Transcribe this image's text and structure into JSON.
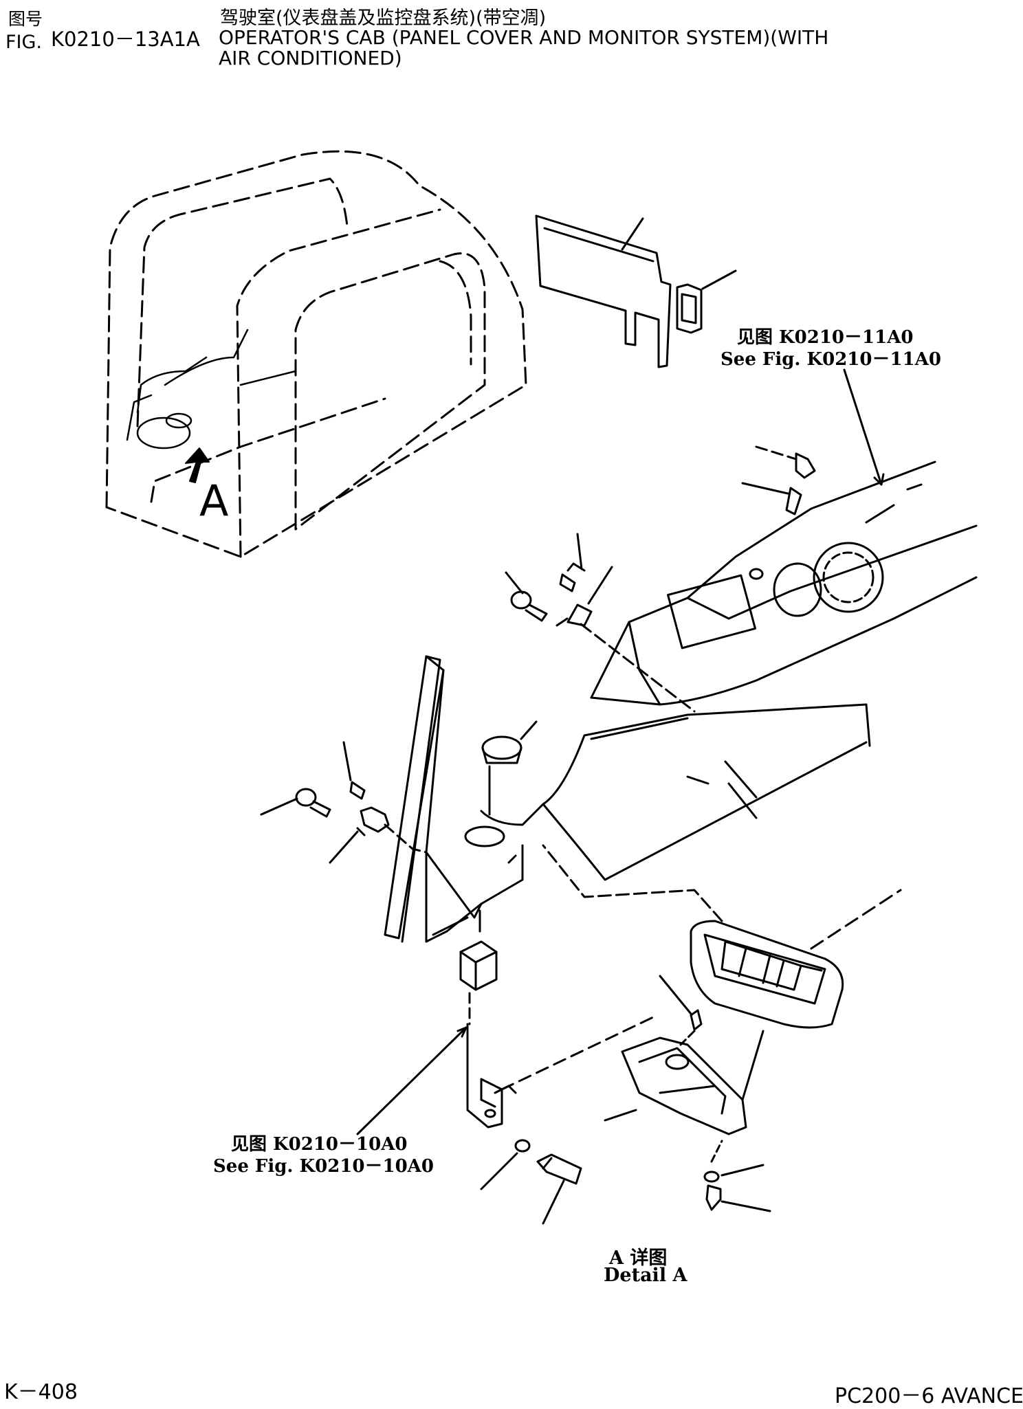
{
  "header": {
    "fig_label_cn": "图号",
    "fig_label_en": "FIG.",
    "fig_number": "K0210－13A1A",
    "title_cn": "驾驶室(仪表盘盖及监控盘系统)(带空凋)",
    "title_en_line1": "OPERATOR'S CAB (PANEL COVER AND MONITOR SYSTEM)(WITH",
    "title_en_line2": "AIR CONDITIONED)"
  },
  "callouts": {
    "ref_11_cn": "见图 K0210－11A0",
    "ref_11_en": "See Fig. K0210－11A0",
    "ref_10_cn": "见图 K0210－10A0",
    "ref_10_en": "See Fig. K0210－10A0",
    "detail_cn": "A 详图",
    "detail_en": "Detail A",
    "view_label": "A"
  },
  "footer": {
    "page": "K－408",
    "model": "PC200－6 AVANCE"
  }
}
